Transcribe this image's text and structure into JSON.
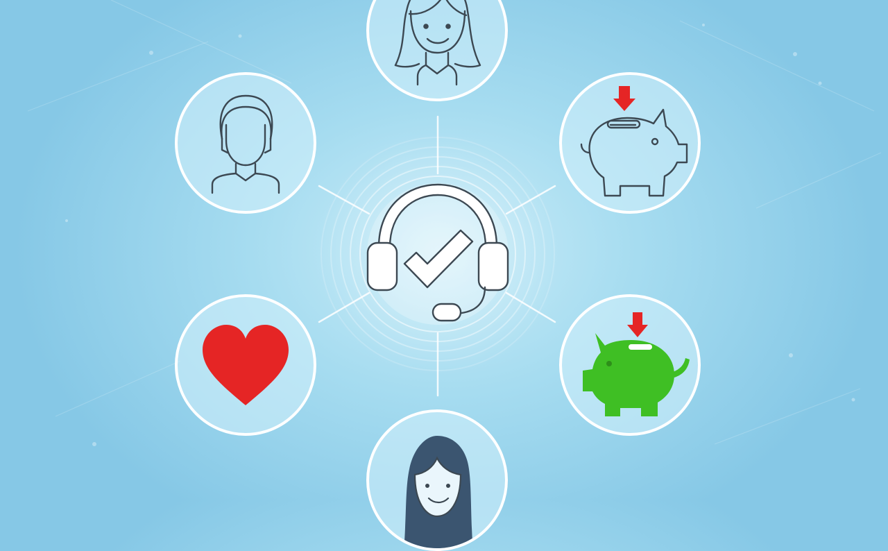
{
  "illustration": {
    "center": {
      "icon": "headset-with-checkmark-icon"
    },
    "satellites": [
      {
        "icon": "woman-outline-icon",
        "position": "top"
      },
      {
        "icon": "person-outline-icon",
        "position": "upper-left"
      },
      {
        "icon": "piggy-bank-outline-icon",
        "position": "upper-right"
      },
      {
        "icon": "heart-icon",
        "position": "lower-left"
      },
      {
        "icon": "piggy-bank-green-icon",
        "position": "lower-right"
      },
      {
        "icon": "woman-dark-hair-icon",
        "position": "bottom"
      }
    ],
    "colors": {
      "background_light": "#c9ecf8",
      "background_dark": "#86c8e6",
      "ring": "#ffffff",
      "line_icon": "#3c4852",
      "heart": "#e52525",
      "piggy_green": "#3fbf24",
      "deposit_arrow": "#e52525",
      "dark_hair": "#3b5570"
    }
  }
}
